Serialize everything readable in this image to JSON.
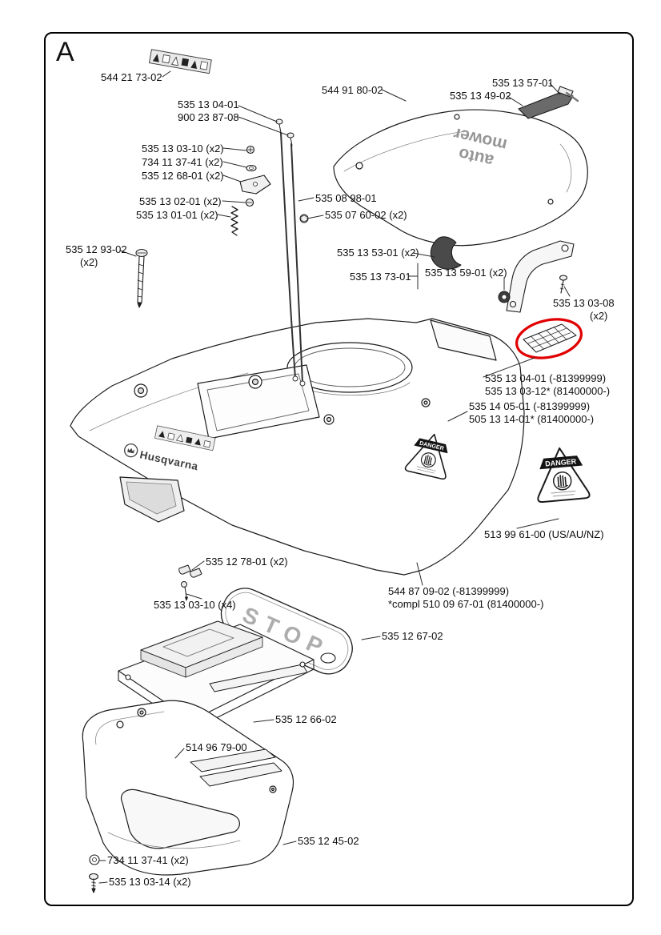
{
  "page": {
    "section_letter": "A"
  },
  "diagram": {
    "brand_text": "Husqvarna",
    "cover_text_line1": "auto",
    "cover_text_line2": "mower",
    "stop_text": "STOP",
    "danger_text": "DANGER",
    "highlight_color": "#e10000"
  },
  "labels": [
    {
      "id": "sticker-set",
      "line1": "544 21 73-02"
    },
    {
      "id": "top-screw-washer",
      "line1": "535 13 04-01",
      "line2": "900 23 87-08"
    },
    {
      "id": "screw-top",
      "line1": "535 13 03-10 (x2)"
    },
    {
      "id": "washer-top",
      "line1": "734 11 37-41 (x2)"
    },
    {
      "id": "plate",
      "line1": "535 12 68-01 (x2)"
    },
    {
      "id": "screw-mid",
      "line1": "535 13 02-01 (x2)"
    },
    {
      "id": "spring",
      "line1": "535 13 01-01 (x2)"
    },
    {
      "id": "long-screw",
      "line1": "535 12 93-02",
      "line2": "(x2)"
    },
    {
      "id": "top-cover",
      "line1": "544 91 80-02"
    },
    {
      "id": "handle",
      "line1": "535 13 57-01"
    },
    {
      "id": "handle-pin",
      "line1": "535 13 49-02"
    },
    {
      "id": "rod",
      "line1": "535 08 98-01"
    },
    {
      "id": "bolt",
      "line1": "535 07 60-02 (x2)"
    },
    {
      "id": "hinge",
      "line1": "535 13 53-01 (x2)"
    },
    {
      "id": "bracket",
      "line1": "535 13 73-01"
    },
    {
      "id": "grommet",
      "line1": "535 13 59-01 (x2)"
    },
    {
      "id": "screw-bracket",
      "line1": "535 13 03-08",
      "line2": "(x2)"
    },
    {
      "id": "grille",
      "line1": "535 13 04-01 (-81399999)",
      "line2": "535 13 03-12* (81400000-)"
    },
    {
      "id": "rear-panel",
      "line1": "535 14 05-01 (-81399999)",
      "line2": "505 13 14-01* (81400000-)"
    },
    {
      "id": "danger-sticker",
      "line1": "513 99 61-00 (US/AU/NZ)"
    },
    {
      "id": "clamp",
      "line1": "535 12 78-01 (x2)"
    },
    {
      "id": "screw-clamp",
      "line1": "535 13 03-10 (x4)"
    },
    {
      "id": "chassis",
      "line1": "544 87 09-02 (-81399999)",
      "line2": "*compl 510 09 67-01 (81400000-)"
    },
    {
      "id": "stop-cover",
      "line1": "535 12 67-02"
    },
    {
      "id": "tray",
      "line1": "535 12 66-02"
    },
    {
      "id": "screw-tray",
      "line1": "514 96 79-00"
    },
    {
      "id": "bumper",
      "line1": "535 12 45-02"
    },
    {
      "id": "washer-bottom",
      "line1": "734 11 37-41 (x2)"
    },
    {
      "id": "screw-bottom",
      "line1": "535 13 03-14 (x2)"
    }
  ]
}
